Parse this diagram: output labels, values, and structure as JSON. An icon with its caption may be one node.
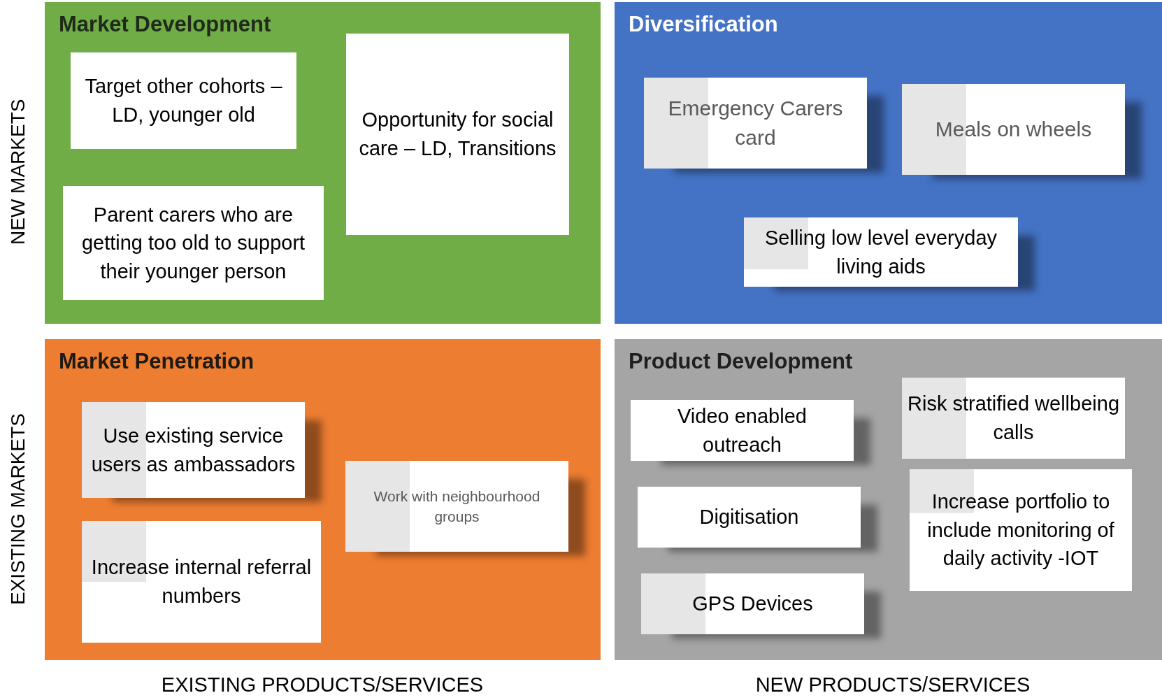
{
  "diagram": {
    "nodes": [
      {
        "text": [
          "Market Development"
        ]
      },
      {
        "text": [
          "Target other cohorts – LD, younger old"
        ],
        "in": 0
      },
      {
        "text": [
          "Parent carers who are getting too old to support their younger person"
        ],
        "in": 0
      },
      {
        "text": [
          "Opportunity for social care – LD, Transitions"
        ],
        "in": 0
      },
      {
        "text": [
          "Diversification"
        ]
      },
      {
        "text": [
          "Emergency Carers card"
        ],
        "in": 4
      },
      {
        "text": [
          "Meals on wheels"
        ],
        "in": 4
      },
      {
        "text": [
          "Selling low level everyday living aids"
        ],
        "in": 4
      },
      {
        "text": [
          "Market Penetration"
        ]
      },
      {
        "text": [
          "Use existing service users as ambassadors"
        ],
        "in": 8
      },
      {
        "text": [
          "Increase internal referral numbers"
        ],
        "in": 8
      },
      {
        "text": [
          "Work with neighbourhood groups"
        ],
        "in": 8
      },
      {
        "text": [
          "Product Development"
        ]
      },
      {
        "text": [
          "Video enabled outreach"
        ],
        "in": 12
      },
      {
        "text": [
          "Digitisation"
        ],
        "in": 12
      },
      {
        "text": [
          "GPS Devices"
        ],
        "in": 12
      },
      {
        "text": [
          "Risk stratified wellbeing calls"
        ],
        "in": 12
      },
      {
        "text": [
          "Increase portfolio to include monitoring of daily activity -IOT"
        ],
        "in": 12
      }
    ],
    "edges": [],
    "labels": [
      "NEW MARKETS",
      "EXISTING MARKETS",
      "EXISTING PRODUCTS/SERVICES",
      "NEW PRODUCTS/SERVICES"
    ]
  }
}
